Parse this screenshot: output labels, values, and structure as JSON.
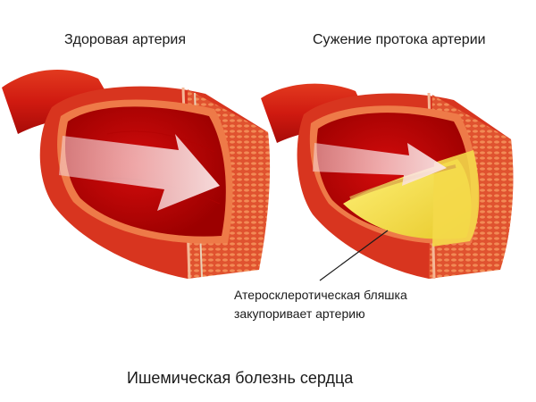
{
  "labels": {
    "healthy": "Здоровая артерия",
    "narrowed": "Сужение протока артерии",
    "plaque_line1": "Атеросклеротическая бляшка",
    "plaque_line2": "закупоривает артерию",
    "caption": "Ишемическая болезнь сердца"
  },
  "colors": {
    "blood": "#c40000",
    "wall": "#d9402e",
    "wall_edge": "#f0a07a",
    "plaque": "#f2dc3a",
    "arrow": "#f5cfd2"
  },
  "icons": {
    "healthy_artery": "healthy-artery-illustration",
    "narrowed_artery": "narrowed-artery-illustration"
  }
}
